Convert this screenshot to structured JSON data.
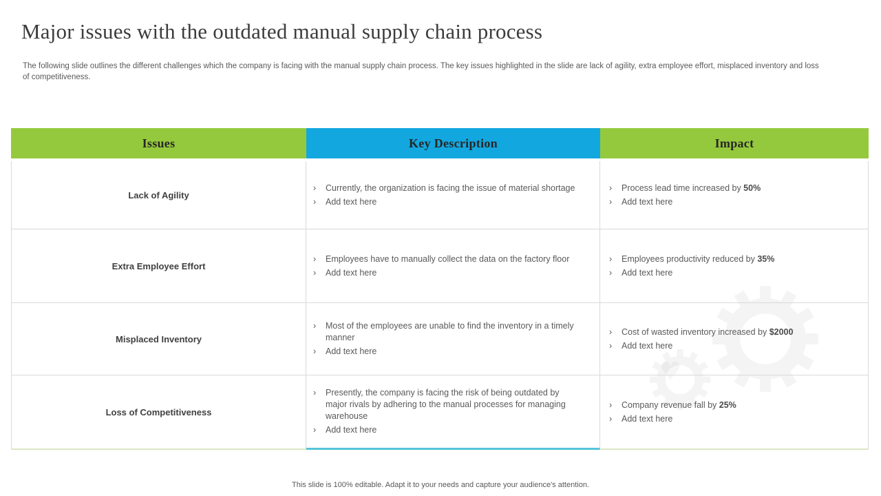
{
  "colors": {
    "accent-green": "#95C93D",
    "accent-blue": "#12A7DF",
    "border": "#D9D9D9",
    "bottom-green": "#DCE8C5",
    "bottom-blue": "#55C4D9",
    "text-dark": "#3C3C3C",
    "text-body": "#595959"
  },
  "slide": {
    "title": "Major issues with the outdated manual supply chain process",
    "subtitle": "The following slide outlines the different challenges which the company is facing with the manual supply chain process. The key issues highlighted in the slide are lack of agility, extra employee effort, misplaced inventory and loss of competitiveness.",
    "footer": "This slide is 100% editable. Adapt it to your needs and capture your audience's attention."
  },
  "table": {
    "bullet": "›",
    "headers": [
      "Issues",
      "Key Description",
      "Impact"
    ],
    "rows": [
      {
        "issue": "Lack of Agility",
        "description": [
          "Currently, the organization is facing the issue of material shortage",
          "Add text here"
        ],
        "impact_pre": "Process lead time increased by ",
        "impact_bold": "50%",
        "impact_add": "Add text here"
      },
      {
        "issue": "Extra Employee Effort",
        "description": [
          "Employees have to manually collect the data on the factory floor",
          "Add text here"
        ],
        "impact_pre": "Employees productivity reduced by ",
        "impact_bold": "35%",
        "impact_add": "Add text here"
      },
      {
        "issue": "Misplaced Inventory",
        "description": [
          "Most of the employees are unable to find the inventory in a timely manner",
          "Add text here"
        ],
        "impact_pre": "Cost of wasted inventory increased by ",
        "impact_bold": "$2000",
        "impact_add": "Add text here"
      },
      {
        "issue": "Loss of Competitiveness",
        "description": [
          "Presently, the company is facing the risk of being outdated by major rivals by adhering to the manual processes for managing warehouse",
          "Add text here"
        ],
        "impact_pre": "Company revenue fall by ",
        "impact_bold": "25%",
        "impact_add": "Add text here"
      }
    ]
  }
}
